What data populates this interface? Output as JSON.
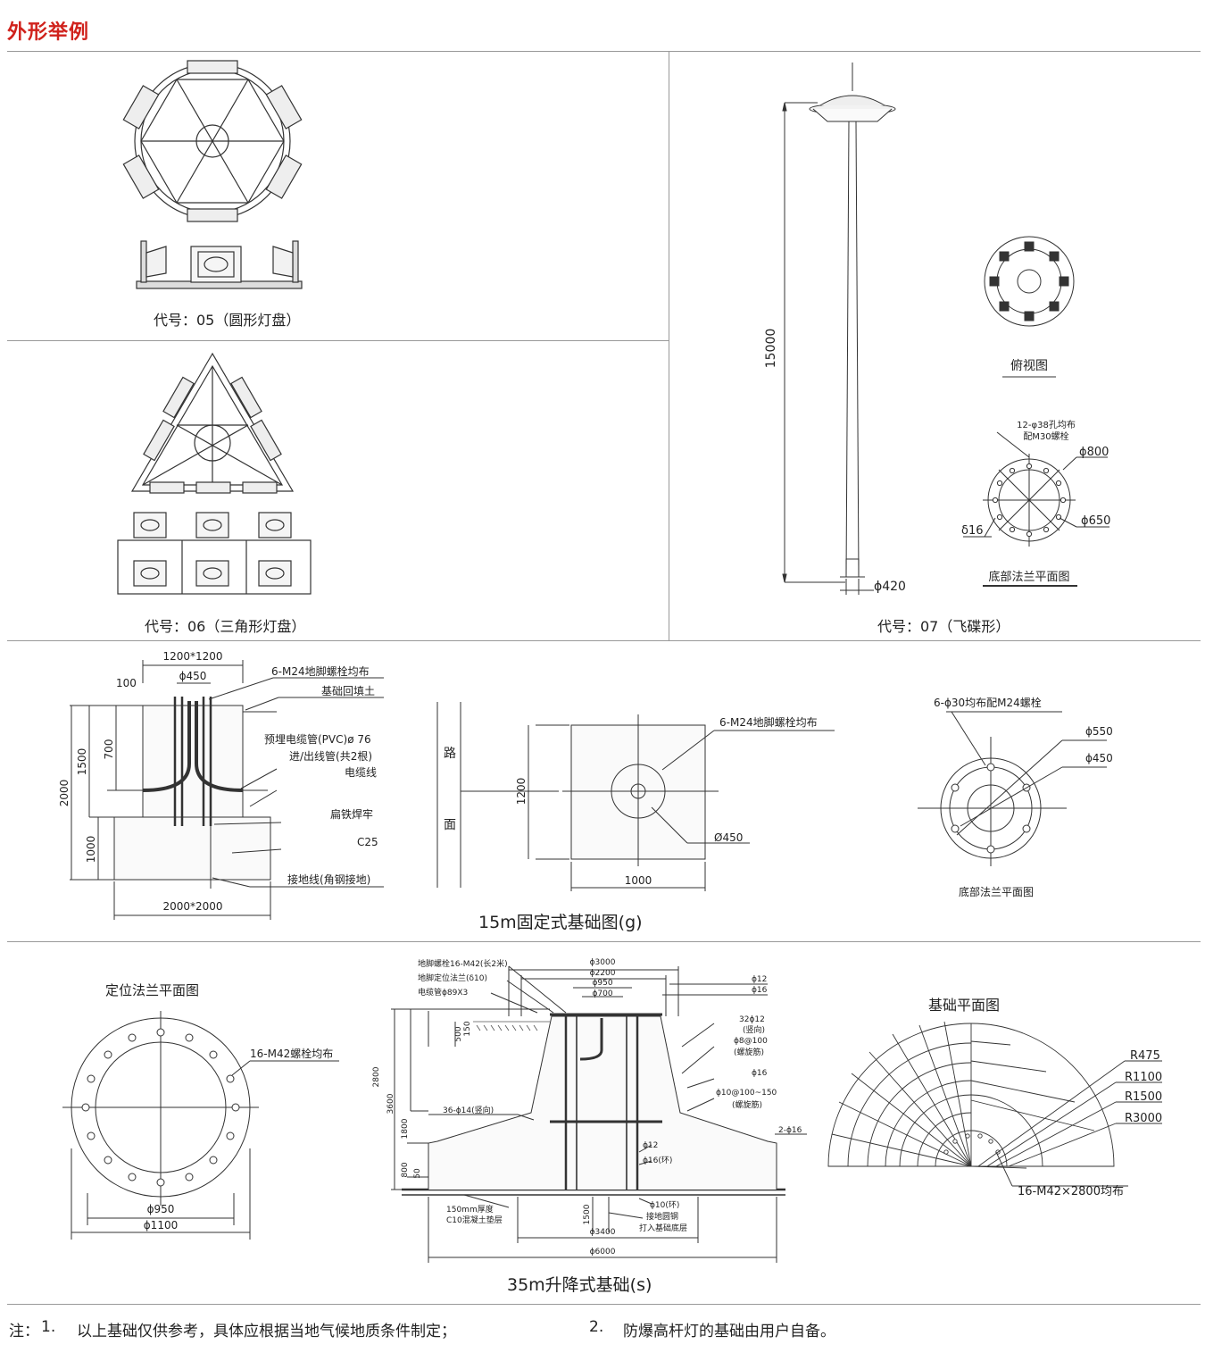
{
  "header": {
    "title": "外形举例"
  },
  "panels": {
    "circle": {
      "caption": "代号：05（圆形灯盘）"
    },
    "triangle": {
      "caption": "代号：06（三角形灯盘）"
    },
    "ufo": {
      "caption": "代号：07（飞碟形）",
      "height_label": "15000",
      "base_label": "ϕ420",
      "top_view_label": "俯视图",
      "flange_title": "底部法兰平面图",
      "flange_holes": "12-φ38孔均布",
      "flange_bolts": "配M30螺栓",
      "flange_d1": "ϕ800",
      "flange_d2": "ϕ650",
      "flange_thk": "δ16"
    }
  },
  "fixed_foundation": {
    "title": "15m固定式基础图(g)",
    "section": {
      "top_size": "1200*1200",
      "bolt_circle": "ϕ450",
      "dim_100": "100",
      "dim_700": "700",
      "dim_1500": "1500",
      "dim_2000": "2000",
      "dim_1000": "1000",
      "bottom_size": "2000*2000",
      "l_bolts": "6-M24地脚螺栓均布",
      "l_backfill": "基础回填土",
      "l_pipe": "预埋电缆管(PVC)ø 76",
      "l_inout": "进/出线管(共2根)",
      "l_cable": "电缆线",
      "l_weld": "扁铁焊牢",
      "l_c25": "C25",
      "l_ground": "接地线(角钢接地)"
    },
    "plan": {
      "road_1": "路",
      "road_2": "面",
      "dim_1200": "1200",
      "dim_1000": "1000",
      "l_bolts": "6-M24地脚螺栓均布",
      "l_dia": "Ø450"
    },
    "flange": {
      "l_holes": "6-ϕ30均布配M24螺栓",
      "d1": "ϕ550",
      "d2": "ϕ450",
      "title": "底部法兰平面图"
    }
  },
  "lift_foundation": {
    "title": "35m升降式基础(s)",
    "locator": {
      "title": "定位法兰平面图",
      "l_bolts": "16-M42螺栓均布",
      "d1": "ϕ950",
      "d2": "ϕ1100"
    },
    "section": {
      "l_anchor": "地脚螺栓16-M42(长2米)",
      "l_flange": "地脚定位法兰(δ10)",
      "l_pipe": "电缆管ϕ89X3",
      "d3000": "ϕ3000",
      "d2200": "ϕ2200",
      "d950": "ϕ950",
      "d700": "ϕ700",
      "r12": "ϕ12",
      "r16": "ϕ16",
      "r32": "32ϕ12",
      "r32b": "(竖向)",
      "r8": "ϕ8@100",
      "r8b": "(螺旋筋)",
      "r16b": "ϕ16",
      "r10": "ϕ10@100~150",
      "r10b": "(螺旋筋)",
      "r36": "36-ϕ14(竖向)",
      "r2": "2-ϕ16",
      "r12b": "ϕ12",
      "r16ring": "ϕ16(环)",
      "r10ring": "ϕ10(环)",
      "l_ground1": "接地圆钢",
      "l_ground2": "打入基础底层",
      "l_pad1": "150mm厚度",
      "l_pad2": "C10混凝土垫层",
      "dim_500": "500",
      "dim_150": "150",
      "dim_2800": "2800",
      "dim_3600": "3600",
      "dim_1800": "1800",
      "dim_800": "800",
      "dim_50": "50",
      "dim_1500": "1500",
      "d3400": "ϕ3400",
      "d6000": "ϕ6000"
    },
    "plan": {
      "title": "基础平面图",
      "r1": "R475",
      "r2": "R1100",
      "r3": "R1500",
      "r4": "R3000",
      "l_bolts": "16-M42×2800均布"
    }
  },
  "notes": {
    "prefix": "注：",
    "n1_num": "1.",
    "n1": "以上基础仅供参考，具体应根据当地气候地质条件制定；",
    "n2_num": "2.",
    "n2": "防爆高杆灯的基础由用户自备。"
  }
}
